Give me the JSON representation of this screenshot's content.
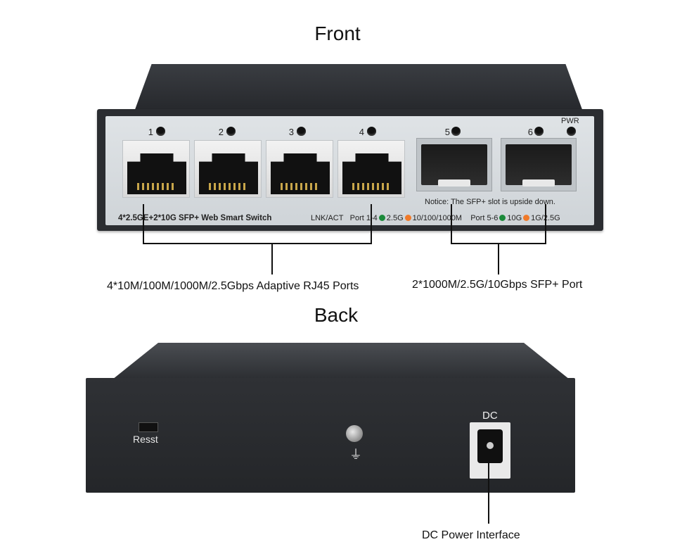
{
  "front": {
    "title": "Front",
    "ports": [
      "1",
      "2",
      "3",
      "4",
      "5",
      "6"
    ],
    "pwr_label": "PWR",
    "model_text": "4*2.5GE+2*10G SFP+ Web Smart Switch",
    "notice": "Notice: The SFP+ slot is upside down.",
    "legend": {
      "lnk_act": "LNK/ACT",
      "port_1_4": "Port 1-4",
      "p14_green": "2.5G",
      "p14_orange": "10/100/1000M",
      "port_5_6": "Port 5-6",
      "p56_green": "10G",
      "p56_orange": "1G/2.5G"
    },
    "callout_rj45": "4*10M/100M/1000M/2.5Gbps Adaptive RJ45 Ports",
    "callout_sfp": "2*1000M/2.5G/10Gbps SFP+ Port"
  },
  "back": {
    "title": "Back",
    "reset_label": "Resst",
    "ground_symbol": "⏚",
    "dc_label": "DC",
    "callout_dc": "DC Power Interface"
  },
  "colors": {
    "led_green": "#1b8a3a",
    "led_orange": "#f07a2a",
    "chassis": "#2b2d31",
    "panel": "#d8dcdf"
  },
  "icons": {
    "ground": "ground-icon",
    "screw": "screw-icon"
  }
}
